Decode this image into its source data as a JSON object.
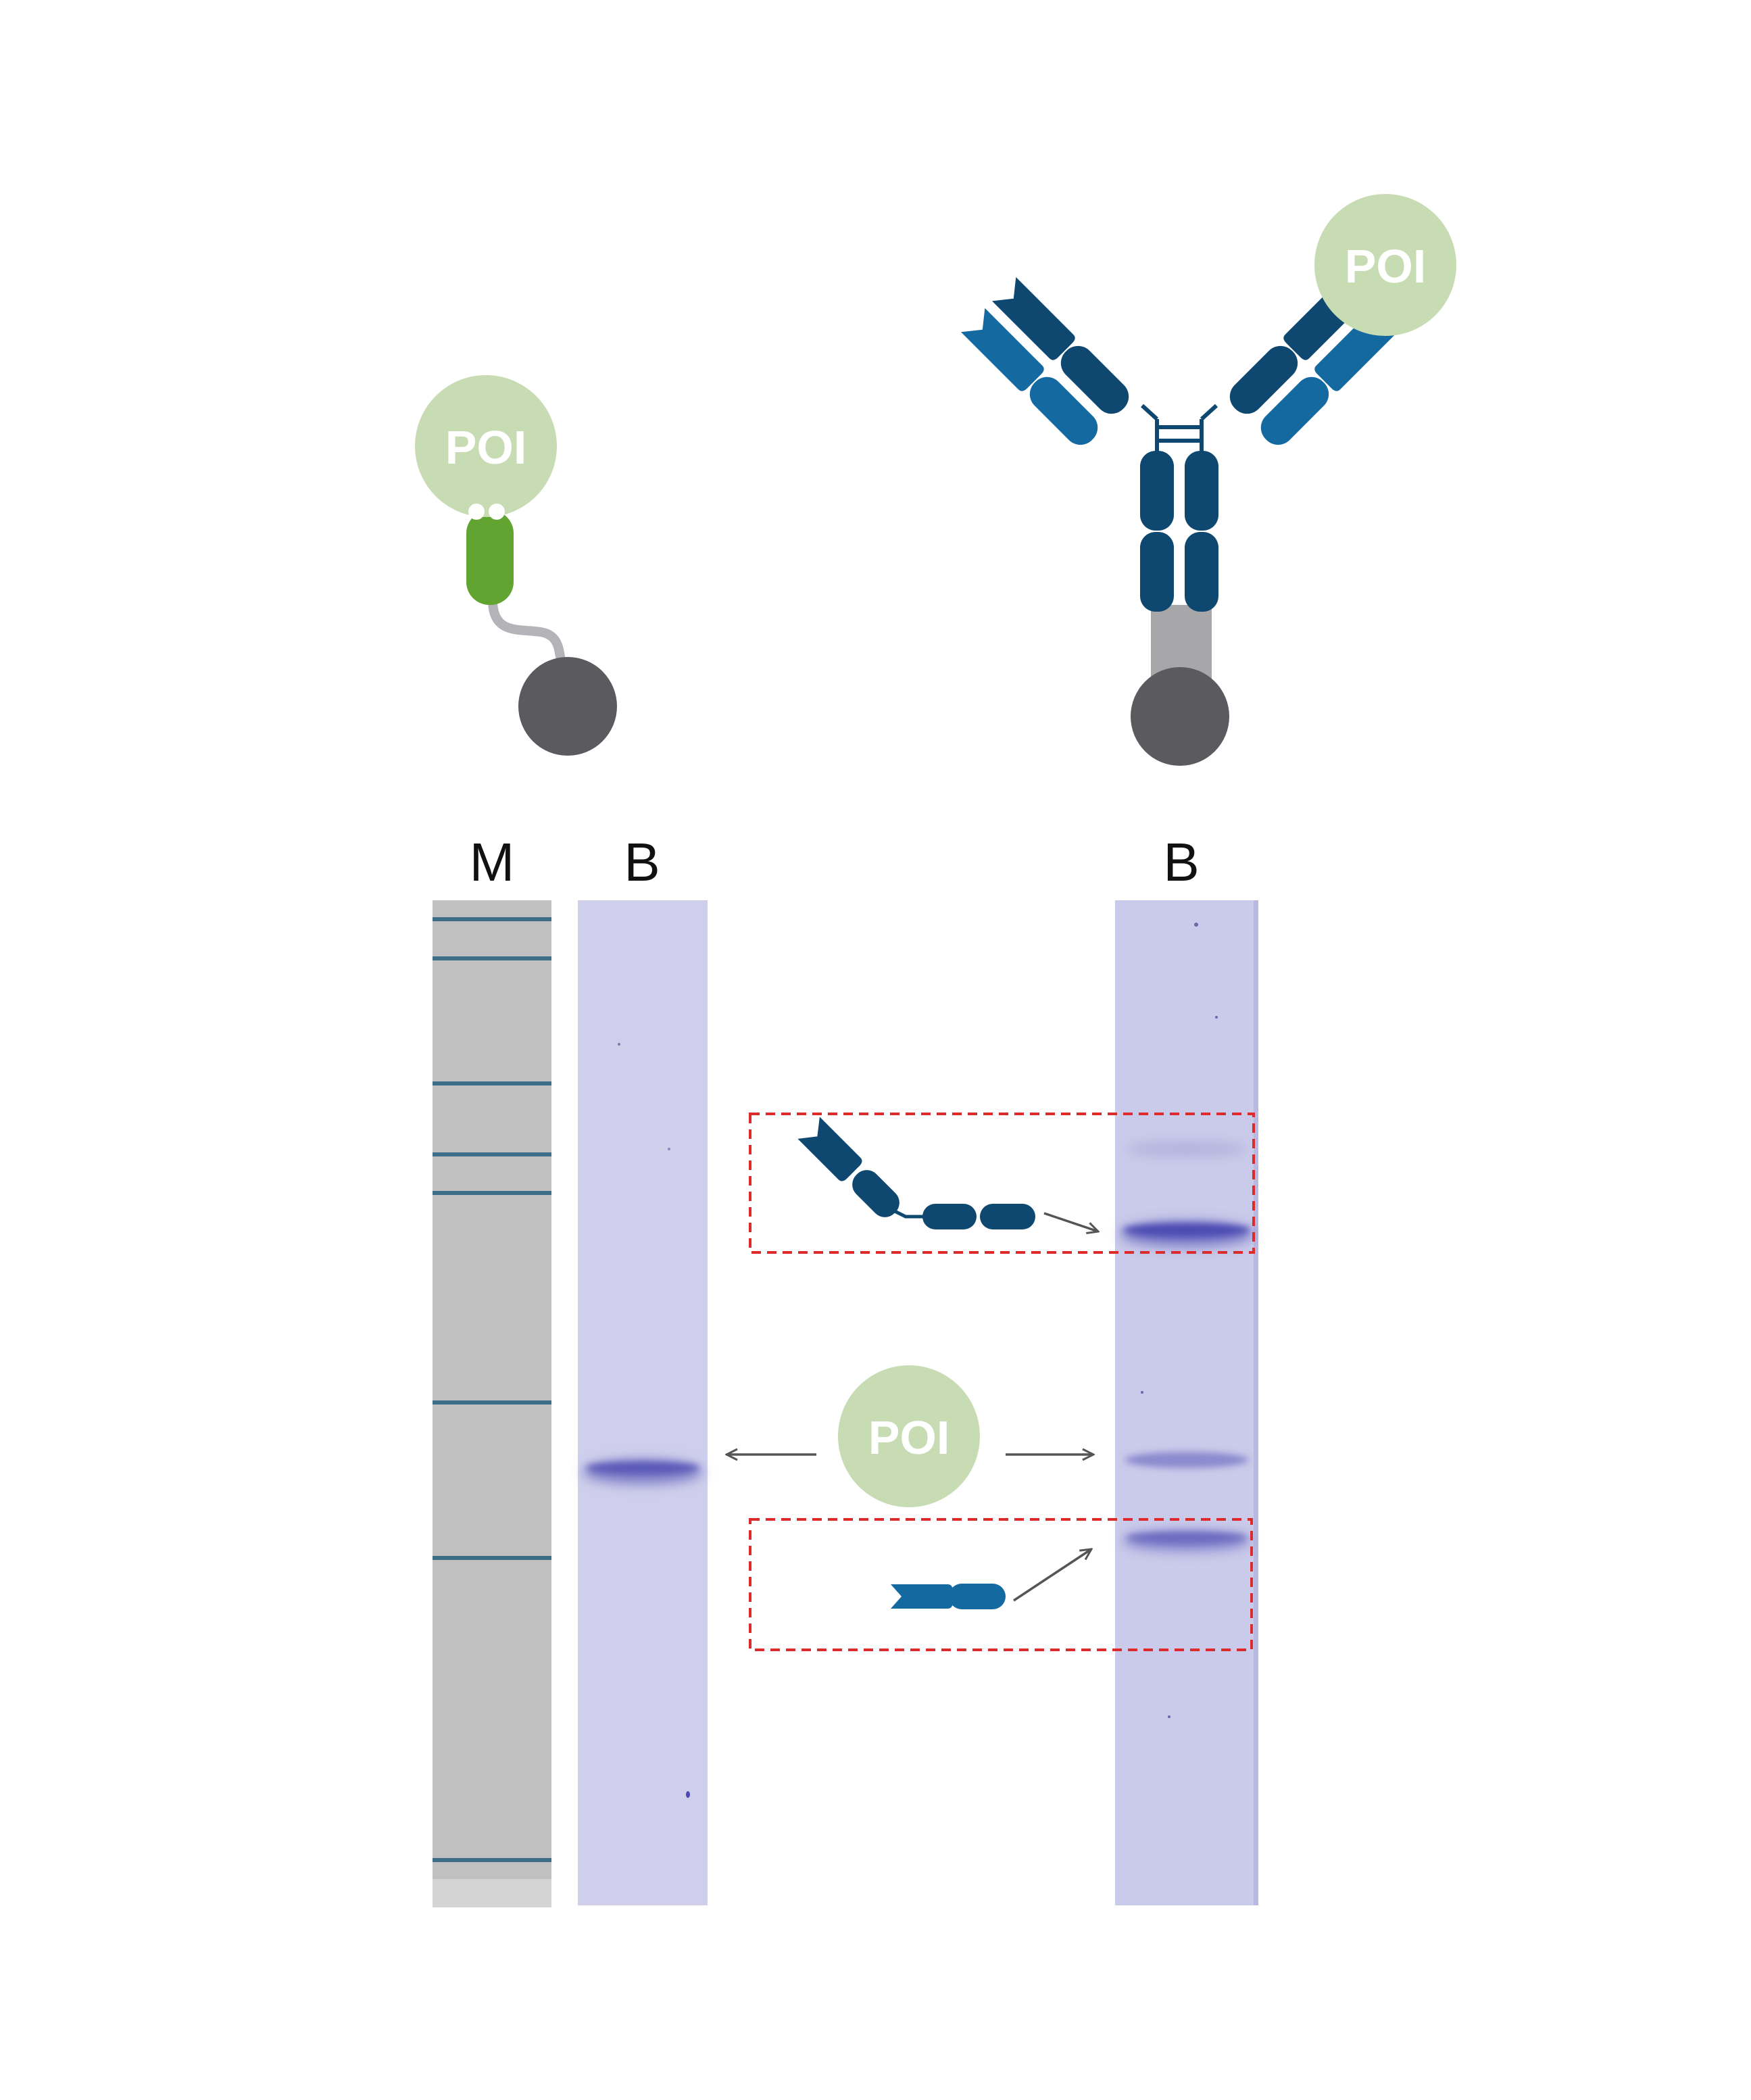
{
  "lane_labels": {
    "marker": "M",
    "lane_left": "B",
    "lane_right": "B"
  },
  "poi": {
    "label": "POI"
  },
  "colors": {
    "poi_fill": "#c8dcb4",
    "green_tag": "#62a432",
    "dark_blue": "#0e4870",
    "mid_blue": "#146aa0",
    "bead": "#5a5a5f",
    "stalk_gray": "#a7a7aa",
    "linker_gray": "#b4b4b8",
    "gel_lane": "#cfcfec",
    "gel_band": "#5a5ab8",
    "marker_lane": "#c0c0c0",
    "marker_band": "#3c6e88",
    "dashed_box": "#dd2a2a",
    "arrow": "#555555"
  }
}
